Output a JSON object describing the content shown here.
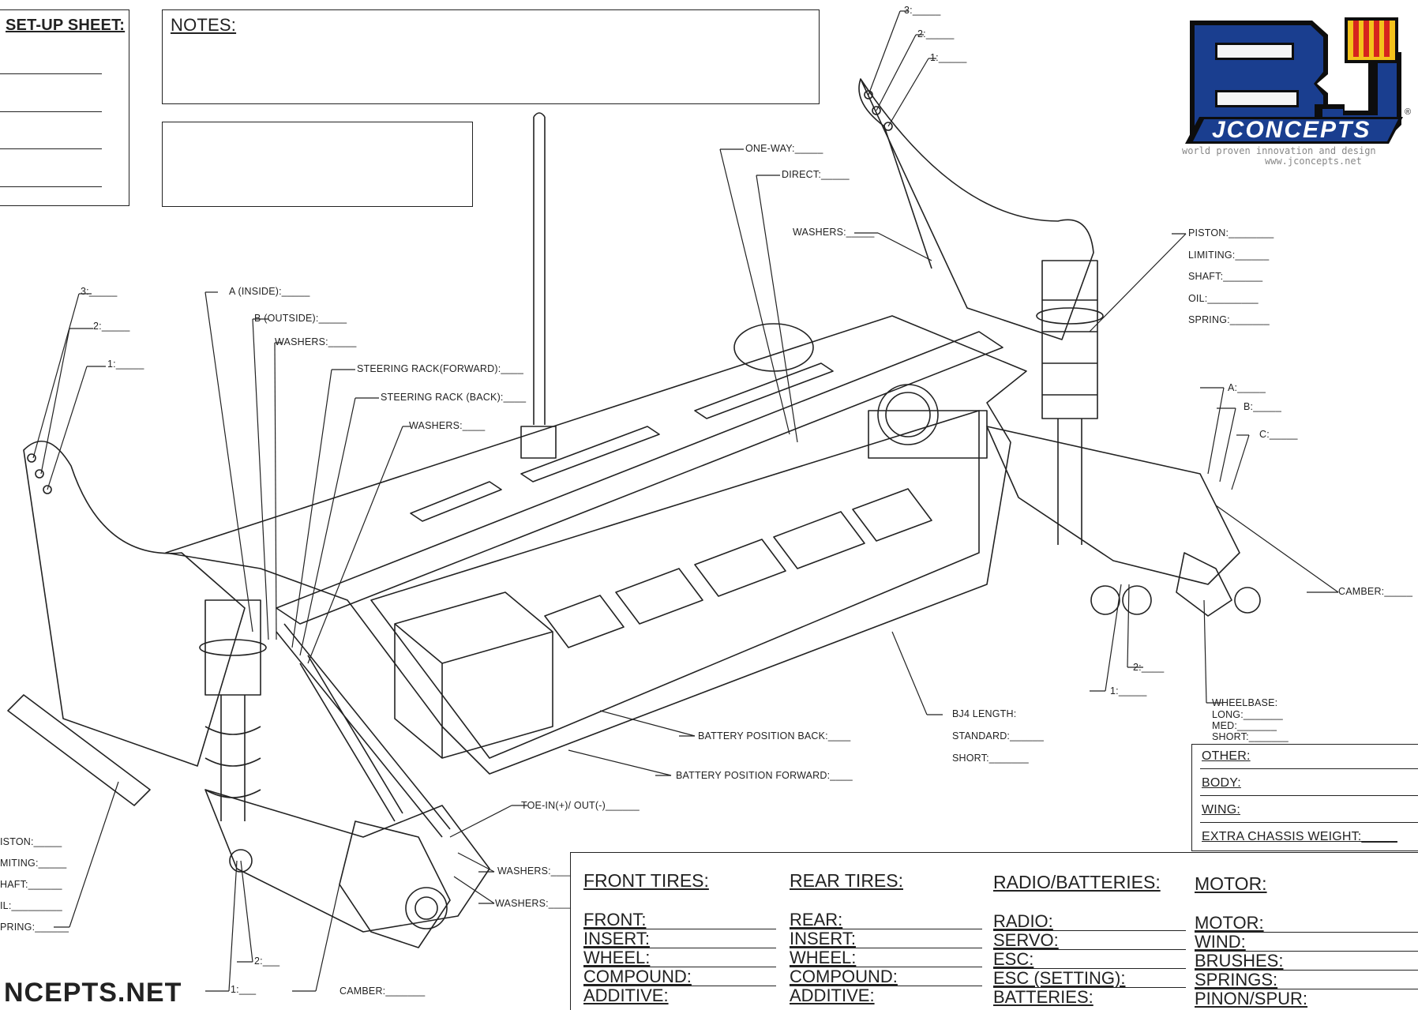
{
  "header": {
    "setup_sheet": "SET-UP SHEET:",
    "notes": "NOTES:",
    "footer_url_partial": "NCEPTS.NET"
  },
  "logo": {
    "tagline": "world proven innovation and design",
    "url": "www.jconcepts.net",
    "brand": "JCONCEPTS",
    "registered": "®",
    "colors": {
      "blue": "#1a3e8f",
      "yellow": "#f4c21c",
      "red": "#d6231e",
      "black": "#0d0d0d"
    }
  },
  "labels": {
    "rear_holes": [
      "3:_____",
      "2:_____",
      "1:_____"
    ],
    "front_holes": [
      "3:_____",
      "2:_____",
      "1:_____"
    ],
    "a_inside": "A (INSIDE):_____",
    "b_outside": "B (OUTSIDE):_____",
    "washers_1": "WASHERS:_____",
    "steer_fwd": "STEERING RACK(FORWARD):____",
    "steer_back": "STEERING RACK (BACK):____",
    "washers_2": "WASHERS:____",
    "one_way": "ONE-WAY:_____",
    "direct": "DIRECT:_____",
    "washers_3": "WASHERS:_____",
    "rear_shock": [
      "PISTON:________",
      "LIMITING:______",
      "SHAFT:_______",
      "OIL:_________",
      "SPRING:_______"
    ],
    "abc": [
      "A:_____",
      "B:_____",
      "C:_____"
    ],
    "camber_rear": "CAMBER:_____",
    "rear_lower": [
      "2:____",
      "1:_____"
    ],
    "wheelbase": [
      "WHEELBASE:",
      "LONG:_______",
      "MED:_______",
      "SHORT:_______"
    ],
    "bj4": [
      "BJ4 LENGTH:",
      "STANDARD:______",
      "SHORT:_______"
    ],
    "battery_back": "BATTERY POSITION BACK:____",
    "battery_fwd": "BATTERY POSITION FORWARD:____",
    "toe": "TOE-IN(+)/ OUT(-)______",
    "washers_4": "WASHERS:____",
    "washers_5": "WASHERS:____",
    "front_shock": [
      "ISTON:_____",
      "MITING:_____",
      "HAFT:______",
      "IL:_________",
      "PRING:______"
    ],
    "front_lower": [
      "2:___",
      "1:___"
    ],
    "camber_front": "CAMBER:_______"
  },
  "other_box": {
    "items": [
      "OTHER:",
      "BODY:",
      "WING:",
      "EXTRA CHASSIS WEIGHT:_____"
    ]
  },
  "table": {
    "columns": [
      {
        "title": "FRONT TIRES:",
        "rows": [
          "FRONT:",
          "INSERT:",
          "WHEEL:",
          "COMPOUND:",
          "ADDITIVE:"
        ]
      },
      {
        "title": "REAR TIRES:",
        "rows": [
          "REAR:",
          "INSERT:",
          "WHEEL:",
          "COMPOUND:",
          "ADDITIVE:"
        ]
      },
      {
        "title": "RADIO/BATTERIES:",
        "rows": [
          "RADIO:",
          "SERVO:",
          "ESC:",
          "ESC (SETTING):",
          "BATTERIES:"
        ]
      },
      {
        "title": "MOTOR:",
        "rows": [
          "MOTOR:",
          "WIND:",
          "BRUSHES:",
          "SPRINGS:",
          "PINON/SPUR:"
        ]
      }
    ]
  }
}
